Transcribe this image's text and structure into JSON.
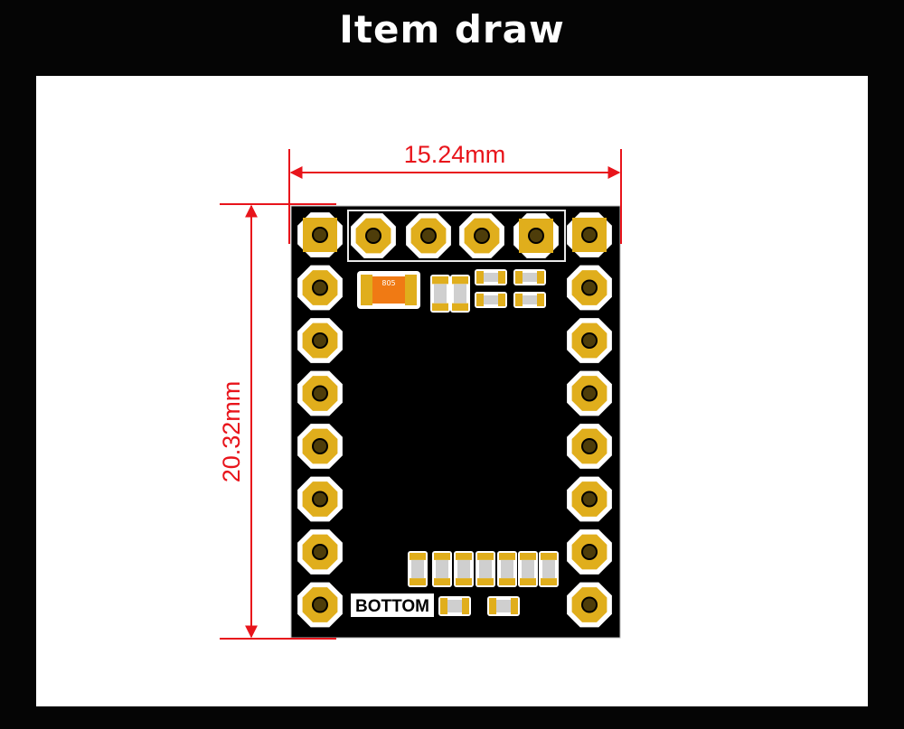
{
  "header": {
    "title": "Item draw"
  },
  "dimensions": {
    "width_label": "15.24mm",
    "height_label": "20.32mm"
  },
  "board": {
    "silkscreen_label": "BOTTOM",
    "capacitor_label": "805",
    "colors": {
      "pcb": "#000000",
      "pad": "#e0ae1c",
      "dimension_line": "#e8141b",
      "capacitor": "#f07a14",
      "resistor_body": "#d0d0d0"
    }
  },
  "icons": [
    "pin-pad-icon",
    "square-pad-icon",
    "smd-capacitor-icon",
    "smd-resistor-icon"
  ]
}
